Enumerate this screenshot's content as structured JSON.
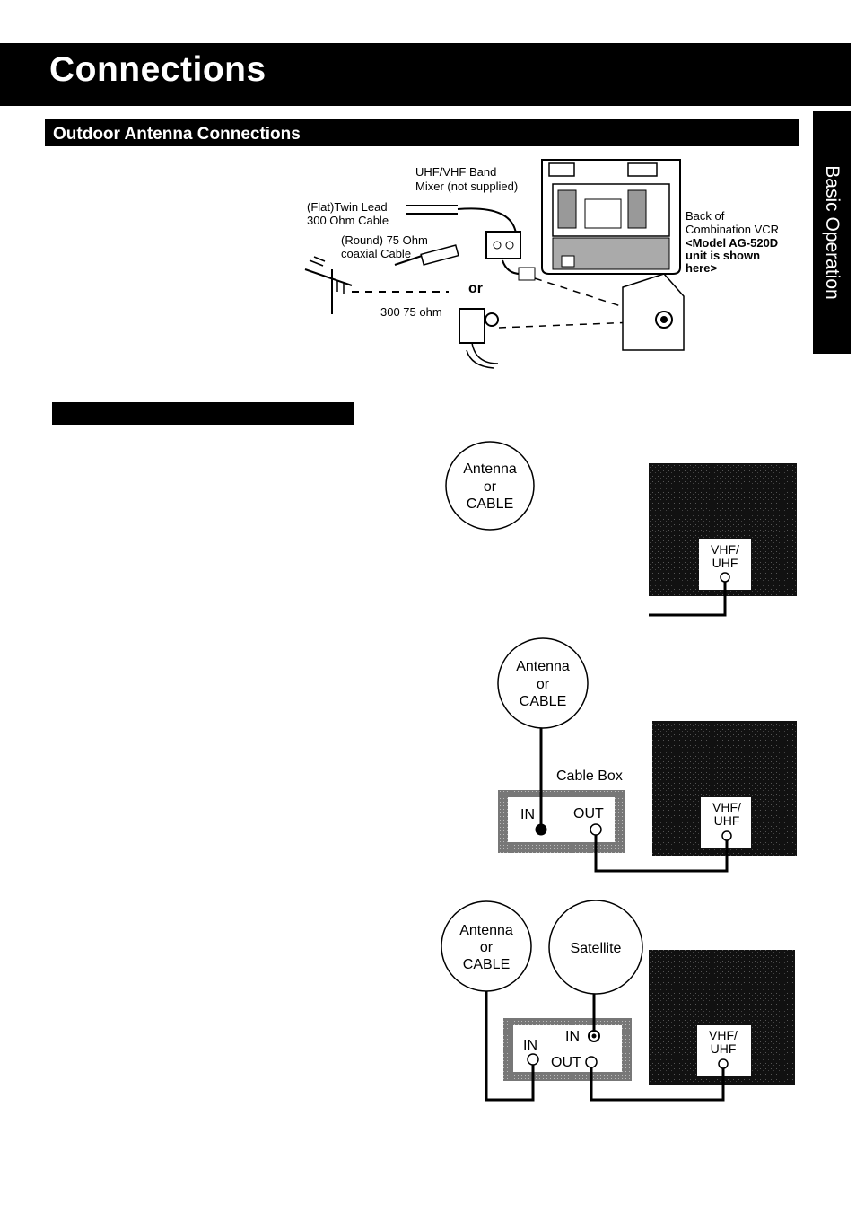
{
  "header": {
    "title": "Connections"
  },
  "section": {
    "title": "Outdoor Antenna Connections"
  },
  "side_tab": {
    "label": "Basic Operation"
  },
  "antenna_diagram": {
    "mixer_line1": "UHF/VHF Band",
    "mixer_line2": "Mixer (not supplied)",
    "twin_lead_line1": "(Flat)Twin Lead",
    "twin_lead_line2": "300 Ohm Cable",
    "coax_line1": "(Round) 75 Ohm",
    "coax_line2": "coaxial Cable",
    "or_label": "or",
    "transformer_label": "300 75 ohm",
    "back_line1": "Back of",
    "back_line2": "Combination VCR",
    "model_line1": "<Model AG-520D",
    "model_line2": "unit is shown",
    "model_line3": "here>"
  },
  "diagram1": {
    "source_line1": "Antenna",
    "source_line2": "or",
    "source_line3": "CABLE",
    "jack_line1": "VHF/",
    "jack_line2": "UHF"
  },
  "diagram2": {
    "source_line1": "Antenna",
    "source_line2": "or",
    "source_line3": "CABLE",
    "box_label": "Cable Box",
    "in_label": "IN",
    "out_label": "OUT",
    "jack_line1": "VHF/",
    "jack_line2": "UHF"
  },
  "diagram3": {
    "source_line1": "Antenna",
    "source_line2": "or",
    "source_line3": "CABLE",
    "satellite_label": "Satellite",
    "in_label": "IN",
    "sat_in_label": "IN",
    "out_label": "OUT",
    "jack_line1": "VHF/",
    "jack_line2": "UHF"
  }
}
